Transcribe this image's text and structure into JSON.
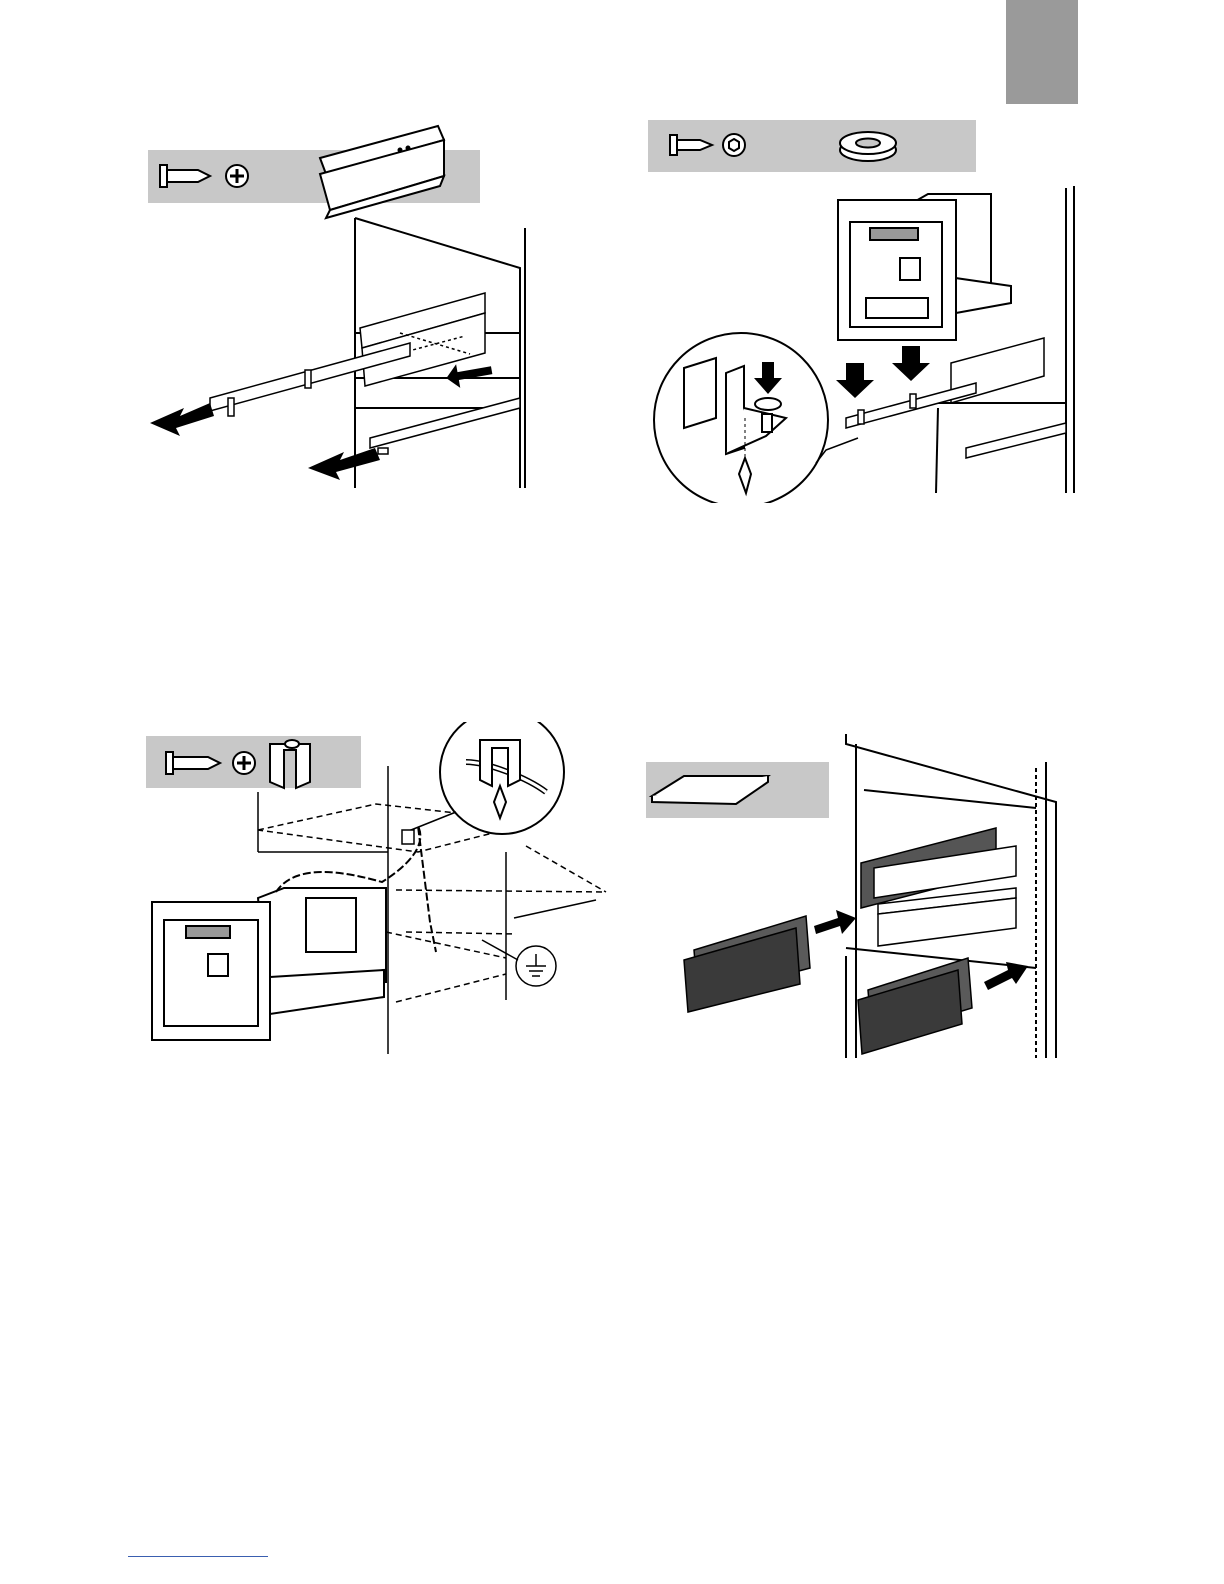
{
  "page": {
    "section_tab_color": "#9a9a9a",
    "footer_rule_color": "#3a5fb0"
  },
  "figures": [
    {
      "id": "step-1",
      "parts": [
        "screw-icon",
        "phillips-head-icon",
        "mounting-rail-icon"
      ],
      "arrows": 3
    },
    {
      "id": "step-2",
      "parts": [
        "screw-icon",
        "hex-head-icon",
        "washer-icon"
      ],
      "arrows": 3
    },
    {
      "id": "step-3",
      "parts": [
        "screw-icon",
        "phillips-head-icon",
        "cable-clip-icon"
      ],
      "symbols": [
        "ground-symbol-icon"
      ]
    },
    {
      "id": "step-4",
      "parts": [
        "trim-panel-icon"
      ],
      "arrows": 2
    }
  ]
}
